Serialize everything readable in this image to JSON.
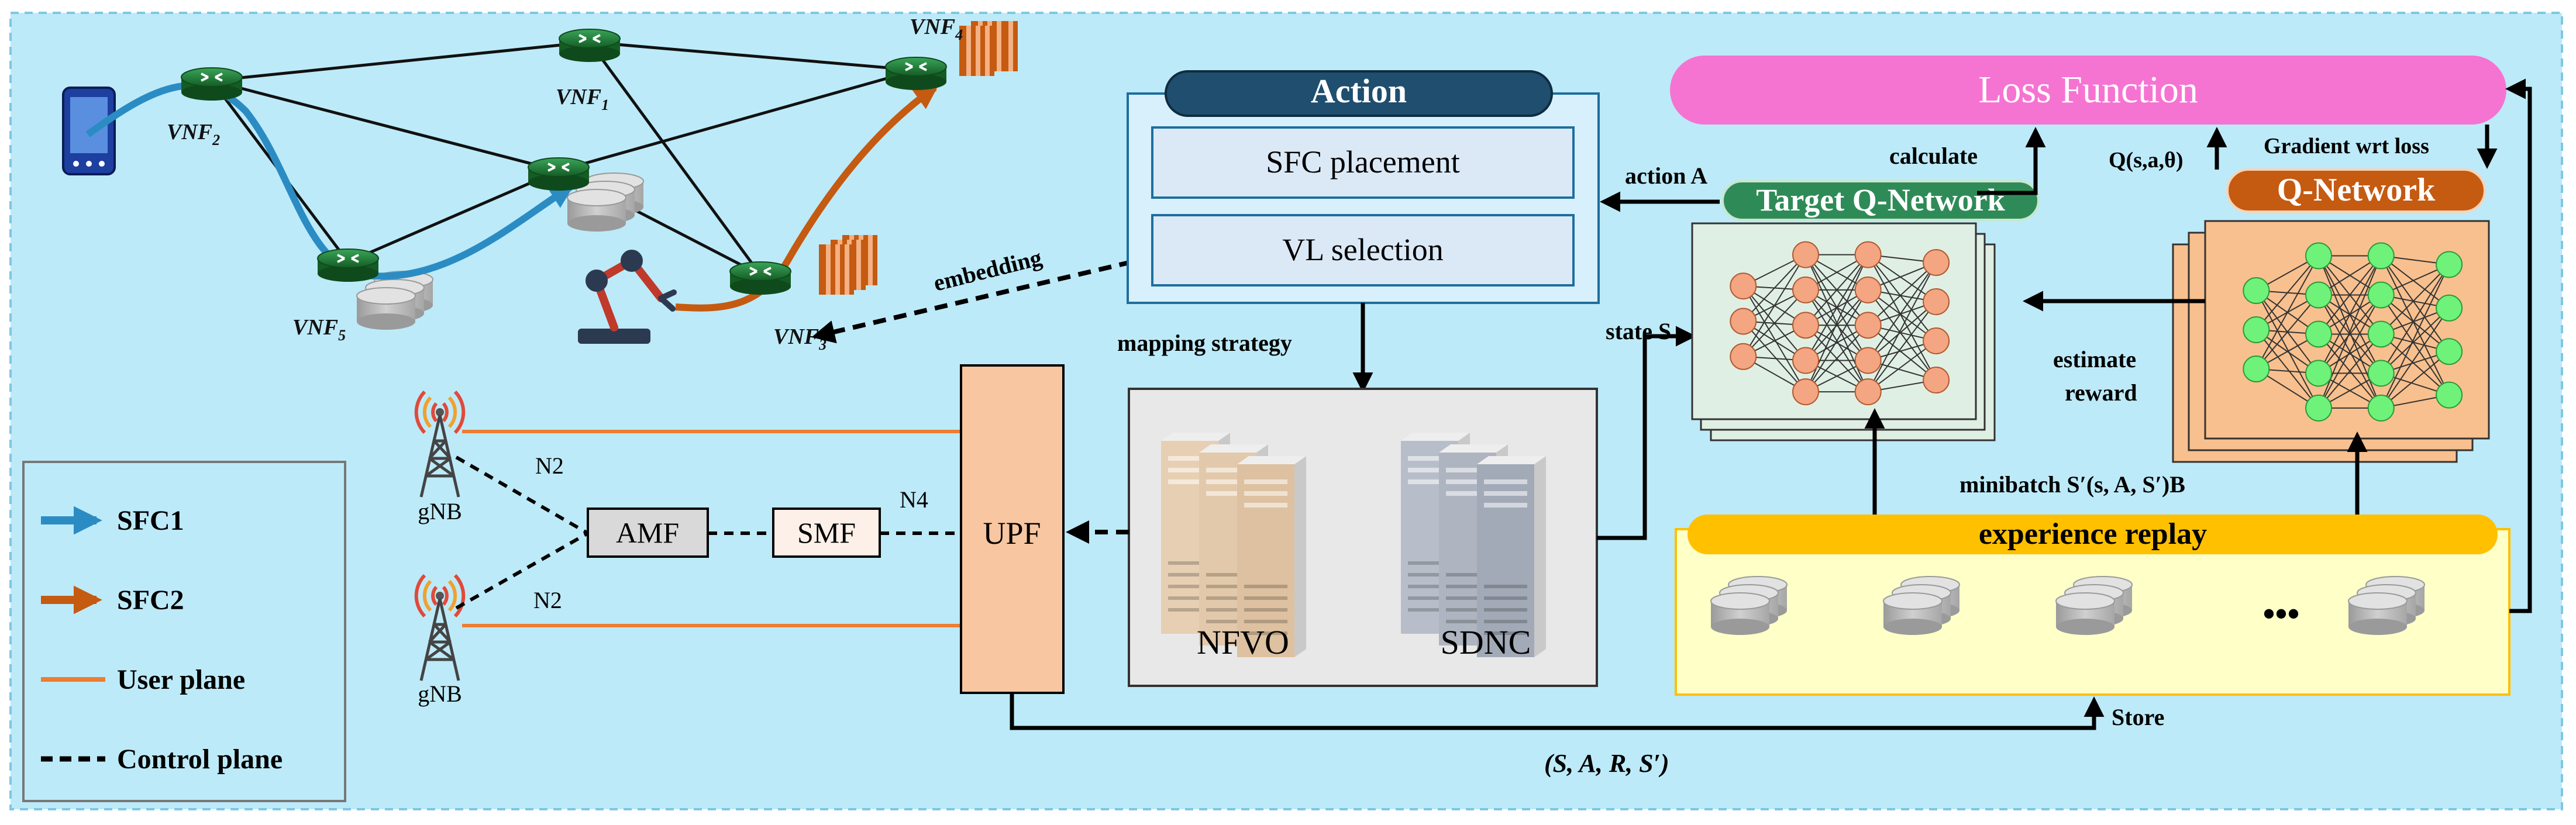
{
  "title": {
    "action": "Action",
    "loss": "Loss Function",
    "target_q": "Target Q-Network",
    "q_net": "Q-Network",
    "replay": "experience replay"
  },
  "action_items": [
    "SFC placement",
    "VL selection"
  ],
  "nodes": {
    "vnf1": "VNF",
    "vnf1_sub": "1",
    "vnf2": "VNF",
    "vnf2_sub": "2",
    "vnf3": "VNF",
    "vnf3_sub": "3",
    "vnf4": "VNF",
    "vnf4_sub": "4",
    "vnf5": "VNF",
    "vnf5_sub": "5"
  },
  "core": {
    "amf": "AMF",
    "smf": "SMF",
    "upf": "UPF",
    "nfvo": "NFVO",
    "sdnc": "SDNC",
    "gnb": "gNB",
    "n2": "N2",
    "n4": "N4"
  },
  "labels": {
    "embedding": "embedding",
    "mapping": "mapping strategy",
    "action_a": "action A",
    "calculate": "calculate",
    "q_label": "Q(s,a,θ)",
    "gradient": "Gradient wrt loss",
    "state_s": "state S",
    "estimate": "estimate",
    "reward": "reward",
    "minibatch": "minibatch S′(s, A, S′)B",
    "store": "Store",
    "transition": "(S, A, R, S′)",
    "ellipsis": "•••"
  },
  "legend": [
    {
      "label": "SFC1",
      "color": "#2b8cc4",
      "kind": "arrow"
    },
    {
      "label": "SFC2",
      "color": "#c55a11",
      "kind": "arrow"
    },
    {
      "label": "User plane",
      "color": "#ed7d31",
      "kind": "line"
    },
    {
      "label": "Control plane",
      "color": "#000000",
      "kind": "dash"
    }
  ],
  "colors": {
    "background": "#bdeaf8",
    "loss": "#f574d2",
    "action_header": "#1f4e6e",
    "target_header": "#2e8b57",
    "q_header": "#c55a11",
    "replay_bar": "#ffc000",
    "replay_box": "#ffffc8",
    "upf": "#f8c6a0",
    "router": "#1e7b32"
  }
}
